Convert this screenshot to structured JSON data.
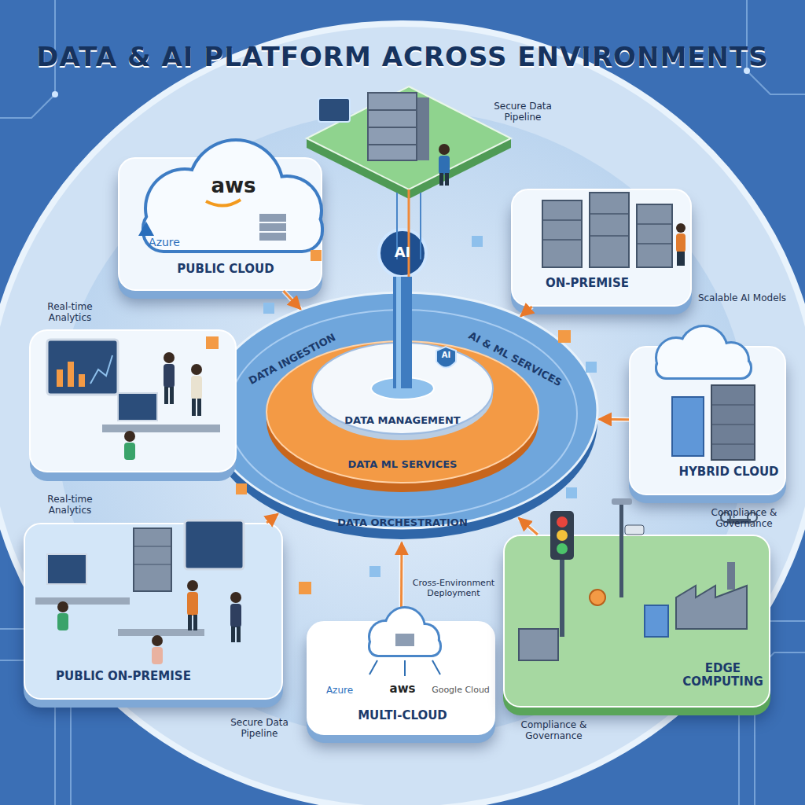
{
  "diagram": {
    "title": "DATA & AI PLATFORM ACROSS ENVIRONMENTS",
    "nodes": [
      {
        "text": [
          "aws",
          "Azure",
          "PUBLIC CLOUD"
        ]
      },
      {
        "text": [
          "ON-PREMISE"
        ]
      },
      {
        "text": [
          "HYBRID CLOUD"
        ]
      },
      {
        "text": [
          "DATA INGESTION",
          "AI & ML SERVICES",
          "DATA ORCHESTRATION"
        ]
      },
      {
        "text": [
          "DATA MANAGEMENT",
          "DATA ML SERVICES"
        ],
        "in": 3
      },
      {
        "text": [
          "AI"
        ],
        "in": 4
      },
      {
        "text": [
          "PUBLIC ON-PREMISE"
        ]
      },
      {
        "text": [
          "Azure",
          "aws",
          "Google Cloud",
          "MULTI-CLOUD"
        ]
      },
      {
        "text": [
          "EDGE COMPUTING"
        ]
      }
    ],
    "edges": [
      {
        "from": 0,
        "to": 3,
        "arrow": "to"
      },
      {
        "from": 1,
        "to": 3,
        "arrow": "to"
      },
      {
        "from": 2,
        "to": 3,
        "arrow": "to"
      },
      {
        "from": 6,
        "to": 3,
        "arrow": "to"
      },
      {
        "from": 7,
        "to": 3,
        "arrow": "to"
      },
      {
        "from": 8,
        "to": 3,
        "arrow": "to"
      }
    ],
    "labels": [
      "Secure Data Pipeline",
      "Real-time Analytics",
      "Scalable AI Models",
      "Real-time Analytics",
      "Compliance & Governance",
      "Cross-Environment Deployment",
      "Secure Data Pipeline",
      "Compliance & Governance",
      "AI"
    ]
  }
}
